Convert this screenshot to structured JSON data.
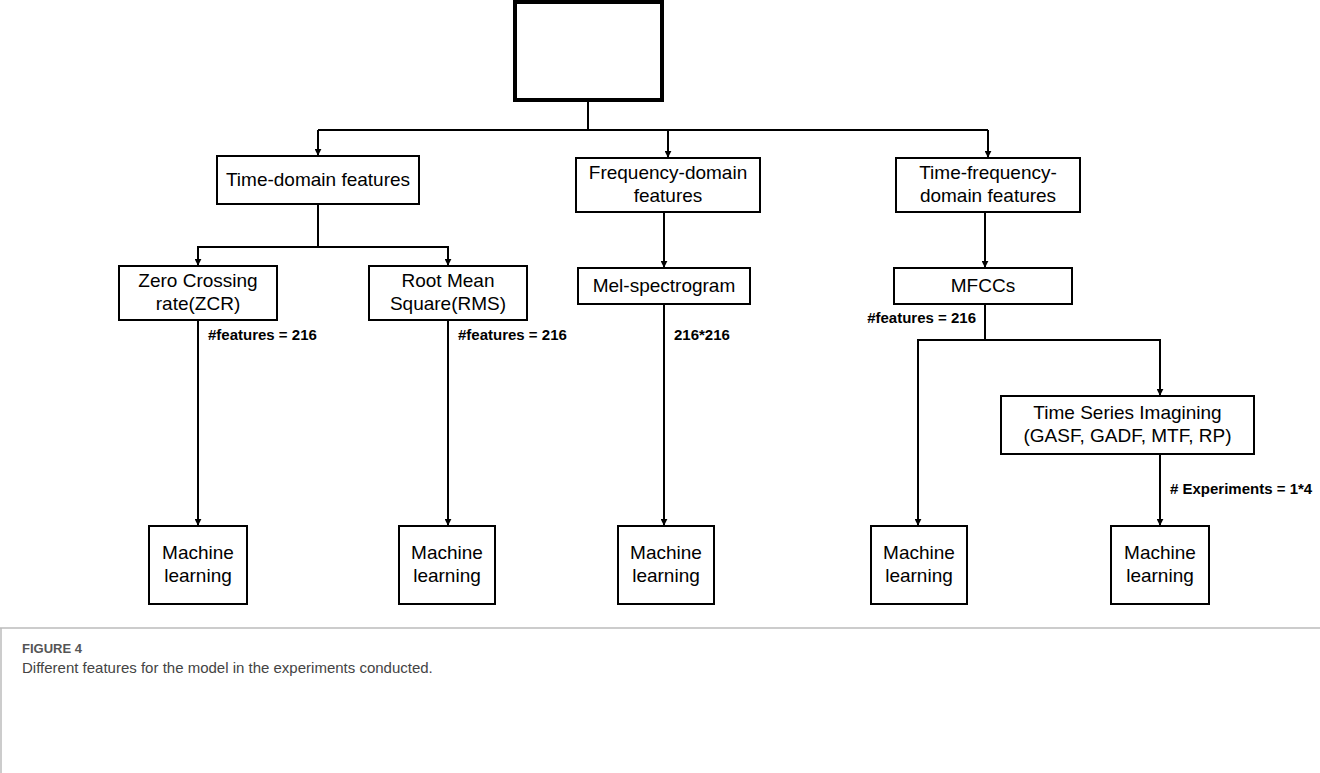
{
  "diagram": {
    "caption": "Different features for the model in the experiments conducted.",
    "nodes": [
      {
        "text": [
          "Time-domain features"
        ]
      },
      {
        "text": [
          "Frequency-domain features"
        ]
      },
      {
        "text": [
          "Time-frequency-domain features"
        ]
      },
      {
        "text": [
          "Zero Crossing rate(ZCR)"
        ]
      },
      {
        "text": [
          "Root Mean Square(RMS)"
        ]
      },
      {
        "text": [
          "Mel-spectrogram"
        ]
      },
      {
        "text": [
          "MFCCs"
        ]
      },
      {
        "text": [
          "Time Series Imagining (GASF, GADF, MTF, RP)"
        ]
      },
      {
        "text": [
          "Machine learning"
        ]
      },
      {
        "text": [
          "Machine learning"
        ]
      },
      {
        "text": [
          "Machine learning"
        ]
      },
      {
        "text": [
          "Machine learning"
        ]
      },
      {
        "text": [
          "Machine learning"
        ]
      }
    ],
    "edges": [
      {
        "from": 0,
        "to": 3,
        "arrow": "to"
      },
      {
        "from": 0,
        "to": 4,
        "arrow": "to"
      },
      {
        "from": 1,
        "to": 5,
        "arrow": "to"
      },
      {
        "from": 2,
        "to": 6,
        "arrow": "to"
      },
      {
        "from": 3,
        "to": 8,
        "arrow": "to",
        "label": "#features = 216"
      },
      {
        "from": 4,
        "to": 9,
        "arrow": "to",
        "label": "#features = 216"
      },
      {
        "from": 5,
        "to": 10,
        "arrow": "to",
        "label": "216*216"
      },
      {
        "from": 6,
        "to": 11,
        "arrow": "to",
        "label": "#features = 216"
      },
      {
        "from": 6,
        "to": 7,
        "arrow": "to"
      },
      {
        "from": 7,
        "to": 12,
        "arrow": "to",
        "label": "# Experiments = 1*4"
      }
    ],
    "labels": [
      "FIGURE 4"
    ]
  }
}
